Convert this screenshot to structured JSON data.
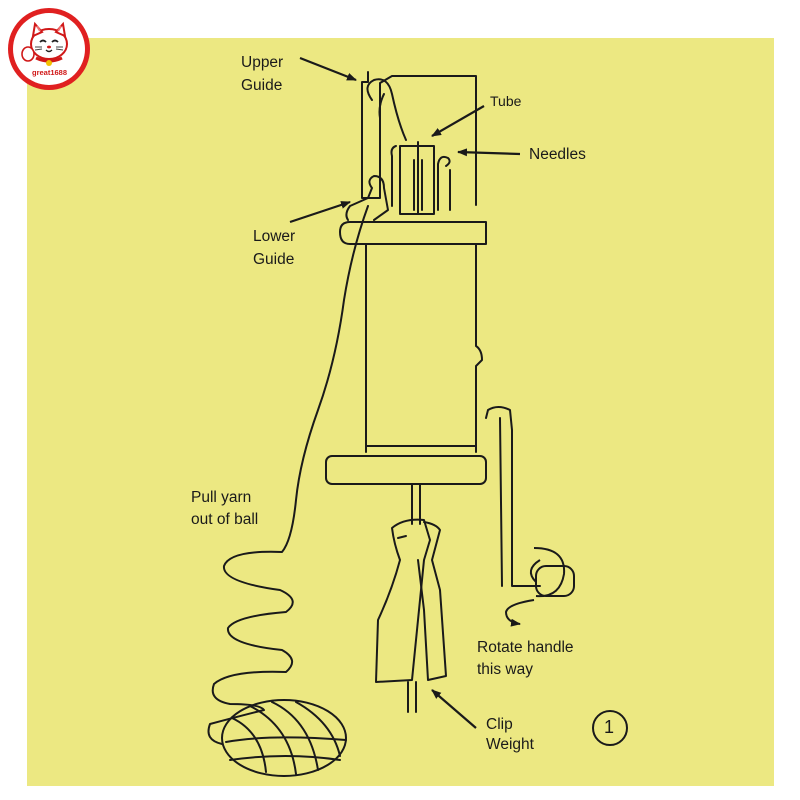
{
  "logo": {
    "text": "great1688",
    "icon": "lucky-cat-icon",
    "ring_color": "#e02020"
  },
  "colors": {
    "background": "#ece882",
    "ink": "#1a1a1a"
  },
  "labels": {
    "upper_guide_1": "Upper",
    "upper_guide_2": "Guide",
    "tube": "Tube",
    "needles": "Needles",
    "lower_guide_1": "Lower",
    "lower_guide_2": "Guide",
    "pull_yarn_1": "Pull yarn",
    "pull_yarn_2": "out of ball",
    "rotate_1": "Rotate handle",
    "rotate_2": "this way",
    "clip_1": "Clip",
    "clip_2": "Weight",
    "step": "1"
  }
}
